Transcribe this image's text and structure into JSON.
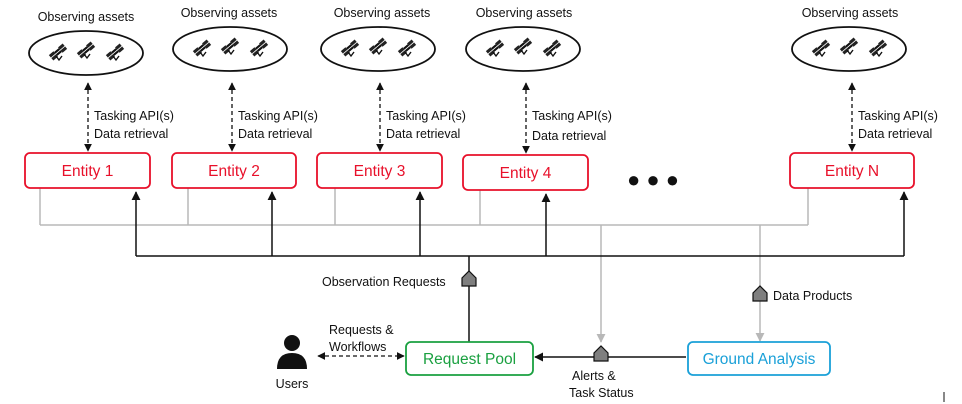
{
  "entities": [
    {
      "label": "Entity 1"
    },
    {
      "label": "Entity 2"
    },
    {
      "label": "Entity 3"
    },
    {
      "label": "Entity 4"
    },
    {
      "label": "Entity N"
    }
  ],
  "observing_assets_label": "Observing assets",
  "link_labels": {
    "line1": "Tasking API(s)",
    "line2": "Data retrieval"
  },
  "ellipsis": "● ● ●",
  "observation_requests_label": "Observation Requests",
  "data_products_label": "Data Products",
  "request_pool_label": "Request Pool",
  "ground_analysis_label": "Ground Analysis",
  "users_label": "Users",
  "requests_workflows": {
    "line1": "Requests &",
    "line2": "Workflows"
  },
  "alerts_status": {
    "line1": "Alerts &",
    "line2": "Task Status"
  },
  "colors": {
    "entity": "#e8102a",
    "request_pool": "#1aa040",
    "ground_analysis": "#1aa0d8",
    "line_dark": "#111111",
    "line_gray": "#b8b8b8",
    "marker": "#7f7f7f"
  }
}
